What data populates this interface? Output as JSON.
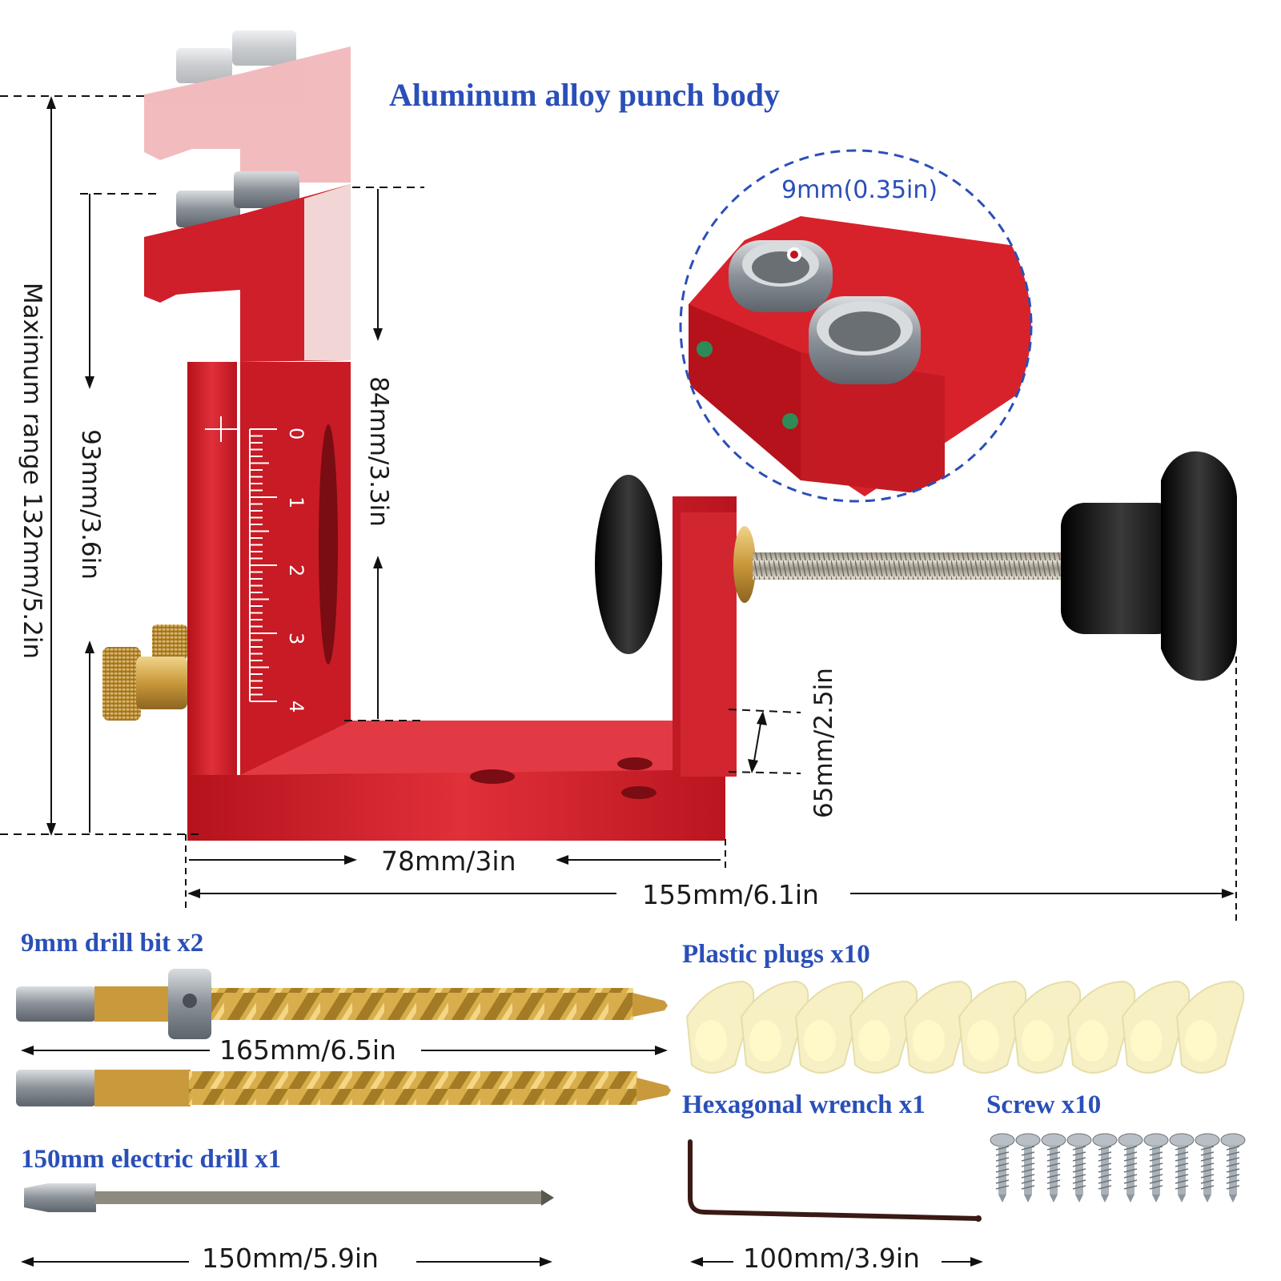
{
  "headline": "Aluminum alloy punch body",
  "dimensions": {
    "max_range": "Maximum range 132mm/5.2in",
    "height_93": "93mm/3.6in",
    "height_84": "84mm/3.3in",
    "hole_size": "9mm(0.35in)",
    "clamp_65": "65mm/2.5in",
    "width_78": "78mm/3in",
    "width_155": "155mm/6.1in"
  },
  "scale_ticks": [
    "0",
    "1",
    "2",
    "3",
    "4"
  ],
  "accessories": {
    "drill_bit": {
      "title": "9mm drill bit x2",
      "length": "165mm/6.5in"
    },
    "plugs": {
      "title": "Plastic plugs x10",
      "count": 10
    },
    "electric_drill": {
      "title": "150mm electric drill x1",
      "length": "150mm/5.9in"
    },
    "wrench": {
      "title": "Hexagonal wrench x1",
      "length": "100mm/3.9in"
    },
    "screws": {
      "title": "Screw x10",
      "count": 10
    }
  },
  "colors": {
    "title_blue": "#2a4fb8",
    "jig_red": "#d8222b",
    "gold": "#c99a3c",
    "dark": "#1a1a1a"
  }
}
